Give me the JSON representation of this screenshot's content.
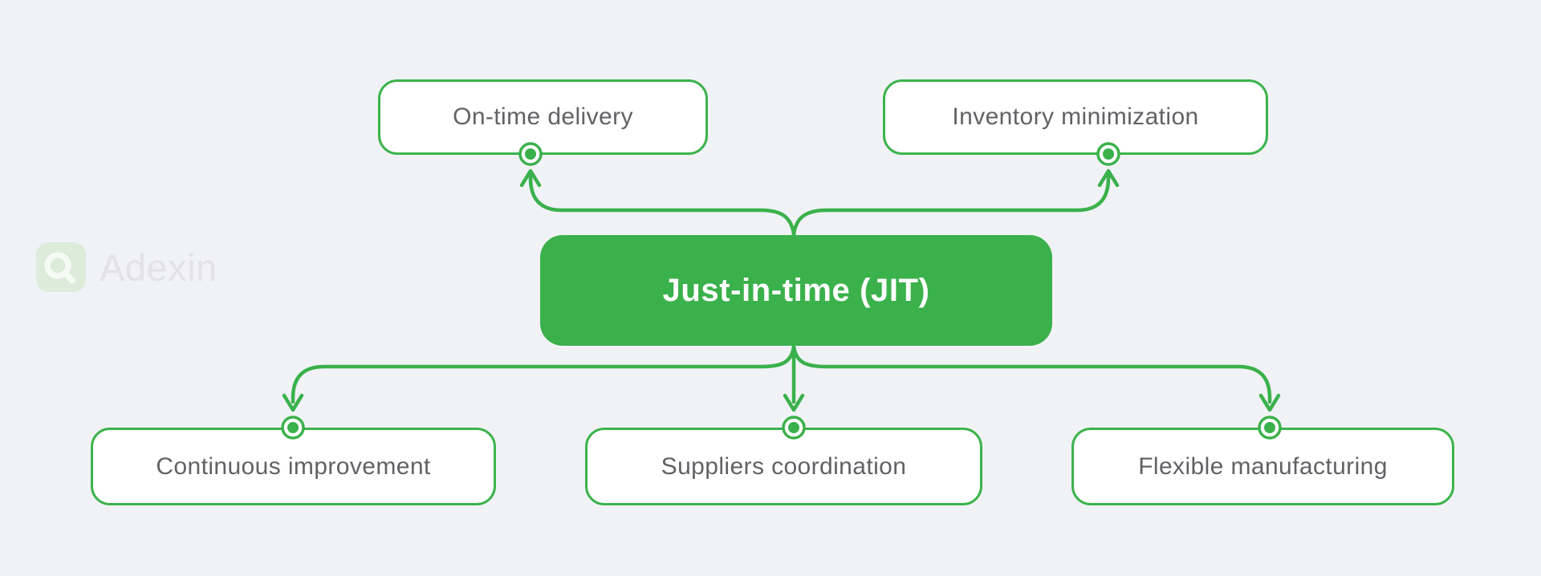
{
  "watermark": {
    "brand": "Adexin"
  },
  "diagram": {
    "center": {
      "label": "Just-in-time (JIT)"
    },
    "top_nodes": [
      {
        "label": "On-time delivery"
      },
      {
        "label": "Inventory minimization"
      }
    ],
    "bottom_nodes": [
      {
        "label": "Continuous improvement"
      },
      {
        "label": "Suppliers coordination"
      },
      {
        "label": "Flexible manufacturing"
      }
    ]
  },
  "colors": {
    "accent_green": "#3AB14B",
    "node_border_green": "#3CB34C",
    "background": "#F1F2F6",
    "node_text": "#616266",
    "center_text": "#FFFFFF",
    "watermark_text": "#E2E2E8",
    "watermark_tile": "#DCEBDA"
  }
}
